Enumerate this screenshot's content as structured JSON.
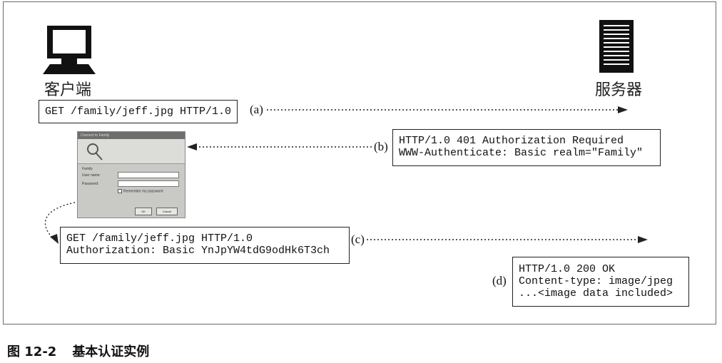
{
  "client": {
    "label": "客户端"
  },
  "server": {
    "label": "服务器"
  },
  "steps": [
    {
      "id": "a",
      "marker": "(a)",
      "lines": [
        "GET /family/jeff.jpg HTTP/1.0"
      ]
    },
    {
      "id": "b",
      "marker": "(b)",
      "lines": [
        "HTTP/1.0 401 Authorization Required",
        "WWW-Authenticate: Basic realm=\"Family\""
      ]
    },
    {
      "id": "c",
      "marker": "(c)",
      "lines": [
        "GET /family/jeff.jpg HTTP/1.0",
        "Authorization: Basic YnJpYW4tdG9odHk6T3ch"
      ]
    },
    {
      "id": "d",
      "marker": "(d)",
      "lines": [
        "HTTP/1.0 200 OK",
        "Content-type: image/jpeg",
        "...<image data included>"
      ]
    }
  ],
  "login_dialog": {
    "title": "Connect to Family",
    "realm": "Family",
    "username_label": "User name:",
    "password_label": "Password:",
    "remember_label": "Remember my password",
    "ok_label": "OK",
    "cancel_label": "Cancel"
  },
  "caption": {
    "figure": "图 12-2",
    "title": "基本认证实例"
  },
  "colors": {
    "ink": "#1a1a1a",
    "frame": "#6a6a6a",
    "dialog": "#c9c9c6"
  }
}
